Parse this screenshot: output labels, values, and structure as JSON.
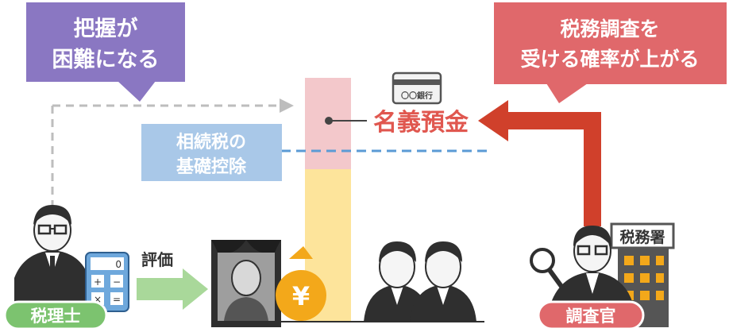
{
  "callouts": {
    "left": {
      "line1": "把握が",
      "line2": "困難になる",
      "color": "#8a77c2"
    },
    "right": {
      "line1": "税務調査を",
      "line2": "受ける確率が上がる",
      "color": "#e0686b"
    }
  },
  "deduction_label": {
    "line1": "相続税の",
    "line2": "基礎控除",
    "color": "#a9c8e8"
  },
  "meigi_label": "名義預金",
  "bankcard_label": "〇〇銀行",
  "valuation_label": "評価",
  "yen_symbol": "¥",
  "calculator_display": "0",
  "tax_office_label": "税務署",
  "badges": {
    "tax_accountant": "税理士",
    "investigator": "調査官"
  },
  "colors": {
    "pink_bar": "#f3c8cb",
    "yellow_bar": "#fde49b",
    "red_arrow": "#d0402b",
    "green_arrow": "#a9d89a",
    "green_badge": "#7cc36f",
    "red_badge": "#e0686b",
    "dashed_gray": "#bdbdbd",
    "dashed_blue": "#5b9bd5",
    "dark": "#3a3a3a"
  }
}
